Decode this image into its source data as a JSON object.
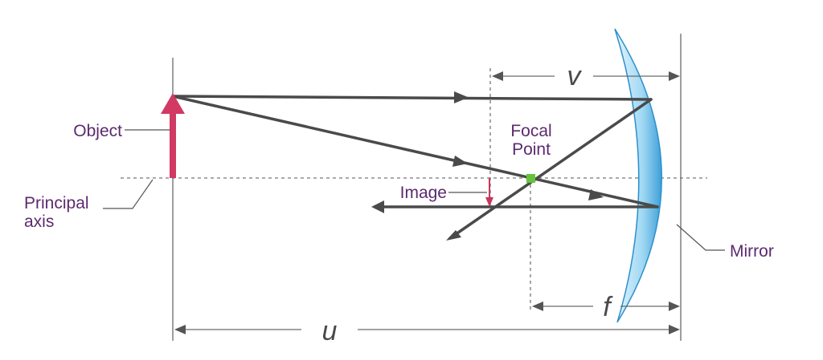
{
  "labels": {
    "object": "Object",
    "principal_axis_line1": "Principal",
    "principal_axis_line2": "axis",
    "image": "Image",
    "focal_point_line1": "Focal",
    "focal_point_line2": "Point",
    "mirror": "Mirror",
    "v": "v",
    "f": "f",
    "u": "u"
  },
  "colors": {
    "object_arrow": "#d03a63",
    "image_arrow": "#c8365e",
    "focal_point": "#66c23a",
    "ray": "#4a4a4a",
    "label_text": "#5b2a6e",
    "mirror_light": "#cfeefb",
    "mirror_dark": "#4aa8dd"
  }
}
